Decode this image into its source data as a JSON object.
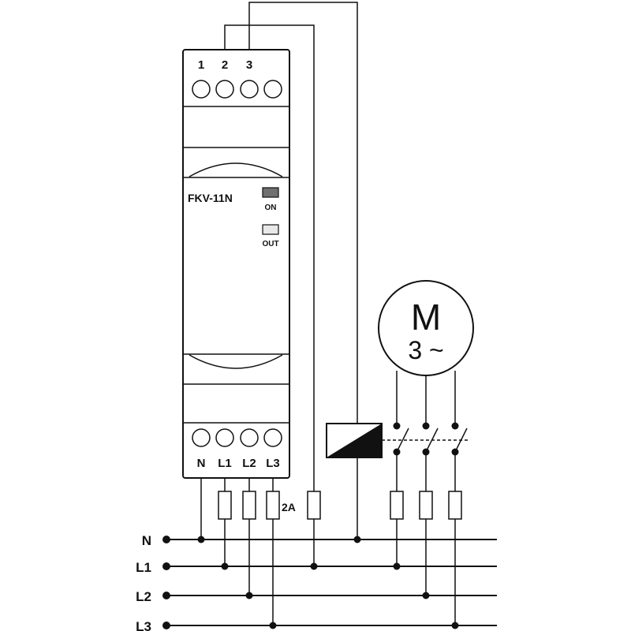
{
  "device": {
    "model": "FKV-11N",
    "led_on_label": "ON",
    "led_out_label": "OUT",
    "led_on_color": "#707070",
    "led_out_color": "#e8e8e8",
    "top_terminals": [
      "1",
      "2",
      "3"
    ],
    "bottom_terminals": [
      "N",
      "L1",
      "L2",
      "L3"
    ]
  },
  "fuse_rating": "2A",
  "motor": {
    "symbol": "M",
    "phases": "3 ~"
  },
  "bus_lines": [
    "N",
    "L1",
    "L2",
    "L3"
  ]
}
